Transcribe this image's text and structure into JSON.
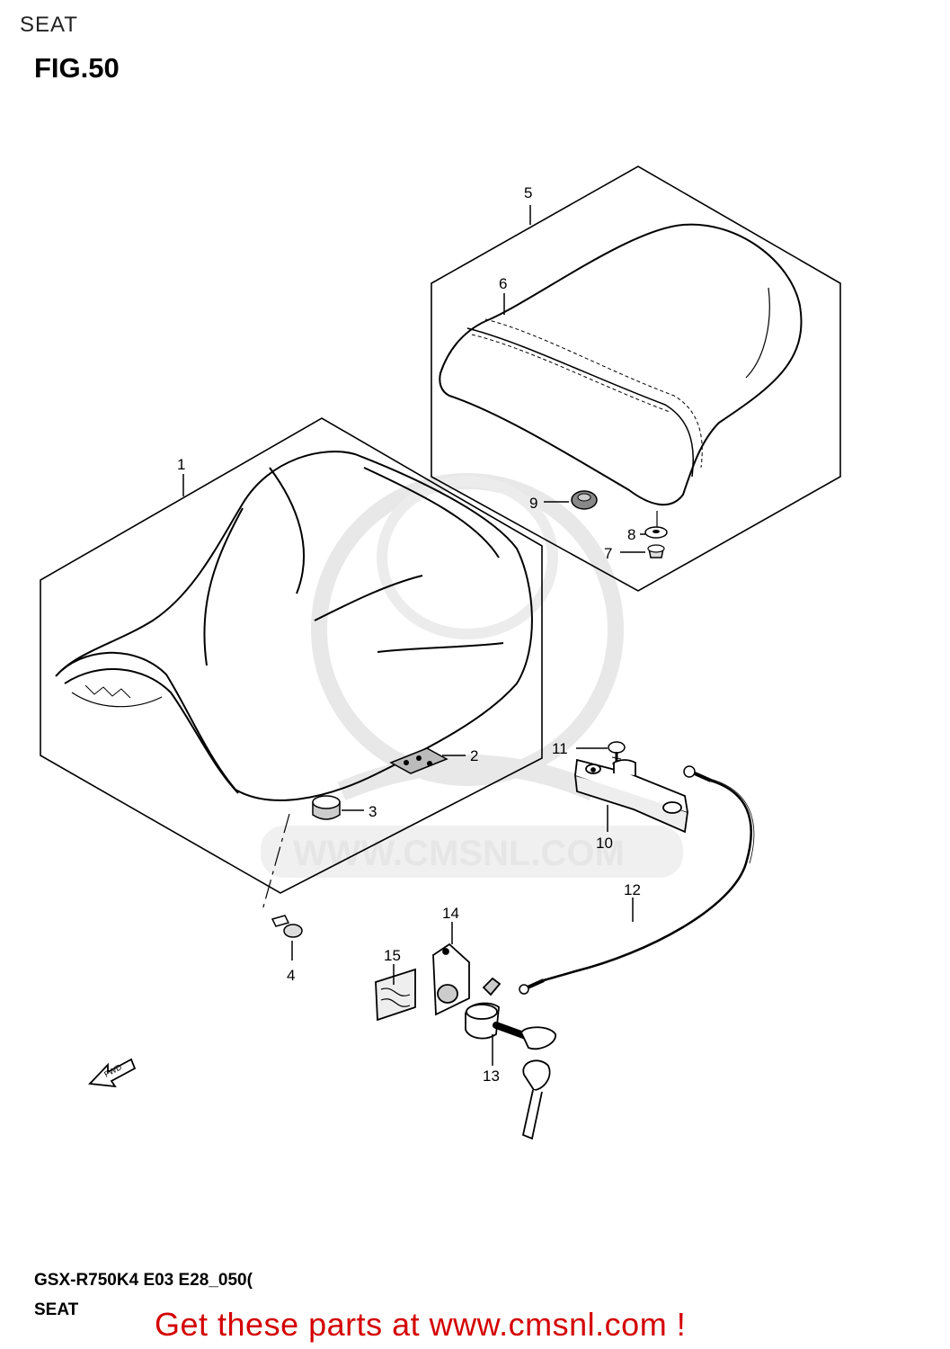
{
  "header": {
    "title": "SEAT"
  },
  "figure": {
    "label": "FIG.50"
  },
  "watermark": {
    "text": "WWW.CMSNL.COM"
  },
  "direction_label": "FWD",
  "parts": [
    {
      "ref": "1"
    },
    {
      "ref": "2"
    },
    {
      "ref": "3"
    },
    {
      "ref": "4"
    },
    {
      "ref": "5"
    },
    {
      "ref": "6"
    },
    {
      "ref": "7"
    },
    {
      "ref": "8"
    },
    {
      "ref": "9"
    },
    {
      "ref": "10"
    },
    {
      "ref": "11"
    },
    {
      "ref": "12"
    },
    {
      "ref": "13"
    },
    {
      "ref": "14"
    },
    {
      "ref": "15"
    }
  ],
  "footer": {
    "model_code": "GSX-R750K4 E03 E28_050(",
    "section": "SEAT",
    "cta": "Get these parts at www.cmsnl.com !"
  },
  "colors": {
    "cta": "#d40000",
    "line": "#000000",
    "watermark": "#e6e6e6"
  }
}
